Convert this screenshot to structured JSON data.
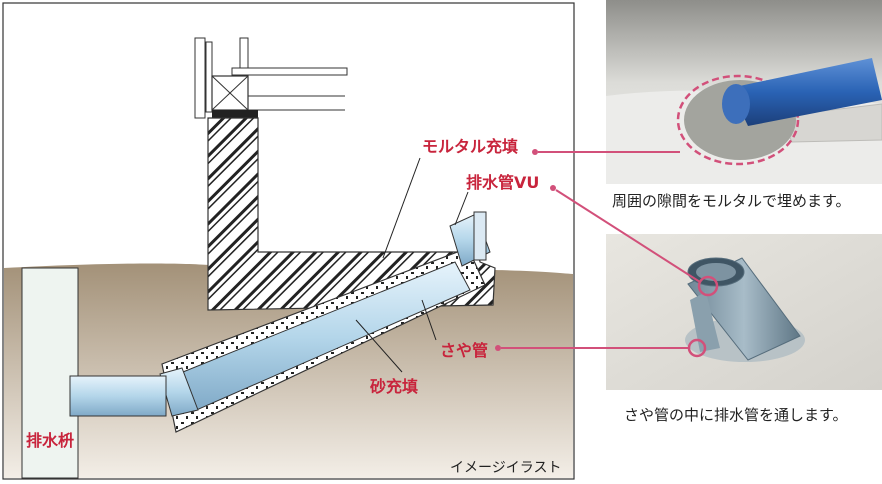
{
  "illustration": {
    "labels": {
      "mortar_fill": "モルタル充填",
      "drain_pipe_vu": "排水管VU",
      "sleeve_pipe": "さや管",
      "sand_fill": "砂充填",
      "drain_basin": "排水枡"
    },
    "image_note": "イメージイラスト"
  },
  "photos": {
    "top_caption": "周囲の隙間をモルタルで埋めます。",
    "bottom_caption": "さや管の中に排水管を通します。"
  },
  "colors": {
    "accent": "#c8243c",
    "leader_pink": "#d2507a",
    "pipe_blue": "#a9cde6",
    "ground_beige": "#b7a58d",
    "photo_pipe_blue": "#2a63b5"
  }
}
